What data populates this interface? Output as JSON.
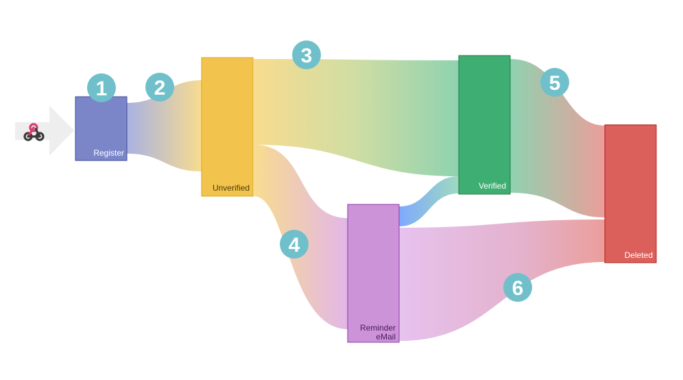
{
  "diagram": {
    "type": "sankey-flow",
    "entry_icon": "webhook-icon",
    "nodes": [
      {
        "id": "register",
        "label": "Register",
        "color": "#7b86c9",
        "border": "#3f4a99"
      },
      {
        "id": "unverified",
        "label": "Unverified",
        "color": "#f2c44e",
        "border": "#d9a418"
      },
      {
        "id": "verified",
        "label": "Verified",
        "color": "#3fae72",
        "border": "#1f7a47"
      },
      {
        "id": "reminder",
        "label": "Reminder\neMail",
        "color": "#cc93d9",
        "border": "#8e3aa5"
      },
      {
        "id": "deleted",
        "label": "Deleted",
        "color": "#db5f5a",
        "border": "#b0201c"
      }
    ],
    "badges": [
      "1",
      "2",
      "3",
      "4",
      "5",
      "6"
    ],
    "badge_color": "#6fc0ca",
    "flows": [
      {
        "from": "register",
        "to": "unverified"
      },
      {
        "from": "unverified",
        "to": "verified"
      },
      {
        "from": "unverified",
        "to": "reminder"
      },
      {
        "from": "reminder",
        "to": "verified"
      },
      {
        "from": "verified",
        "to": "deleted"
      },
      {
        "from": "reminder",
        "to": "deleted"
      }
    ]
  }
}
